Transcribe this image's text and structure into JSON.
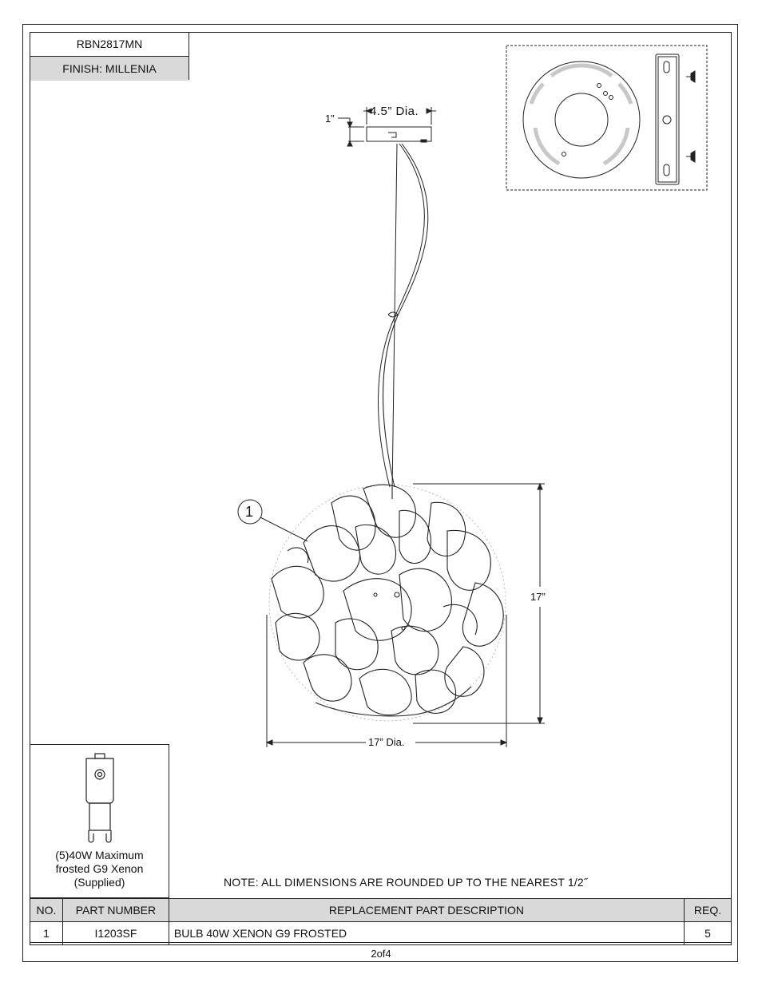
{
  "header": {
    "model": "RBN2817MN",
    "finish": "FINISH: MILLENIA"
  },
  "dimensions": {
    "canopy_height": "1”",
    "canopy_diameter": "4.5” Dia.",
    "fixture_height": "17”",
    "fixture_diameter": "17” Dia."
  },
  "callout": "1",
  "bulb": {
    "caption_line1": "(5)40W Maximum",
    "caption_line2": "frosted G9 Xenon",
    "caption_line3": "(Supplied)"
  },
  "note": "NOTE:  ALL DIMENSIONS ARE ROUNDED UP TO THE NEAREST  1/2˝",
  "parts_table": {
    "headers": [
      "NO.",
      "PART NUMBER",
      "REPLACEMENT PART DESCRIPTION",
      "REQ."
    ],
    "rows": [
      [
        "1",
        "I1203SF",
        "BULB 40W XENON G9 FROSTED",
        "5"
      ]
    ]
  },
  "page": "2of4"
}
